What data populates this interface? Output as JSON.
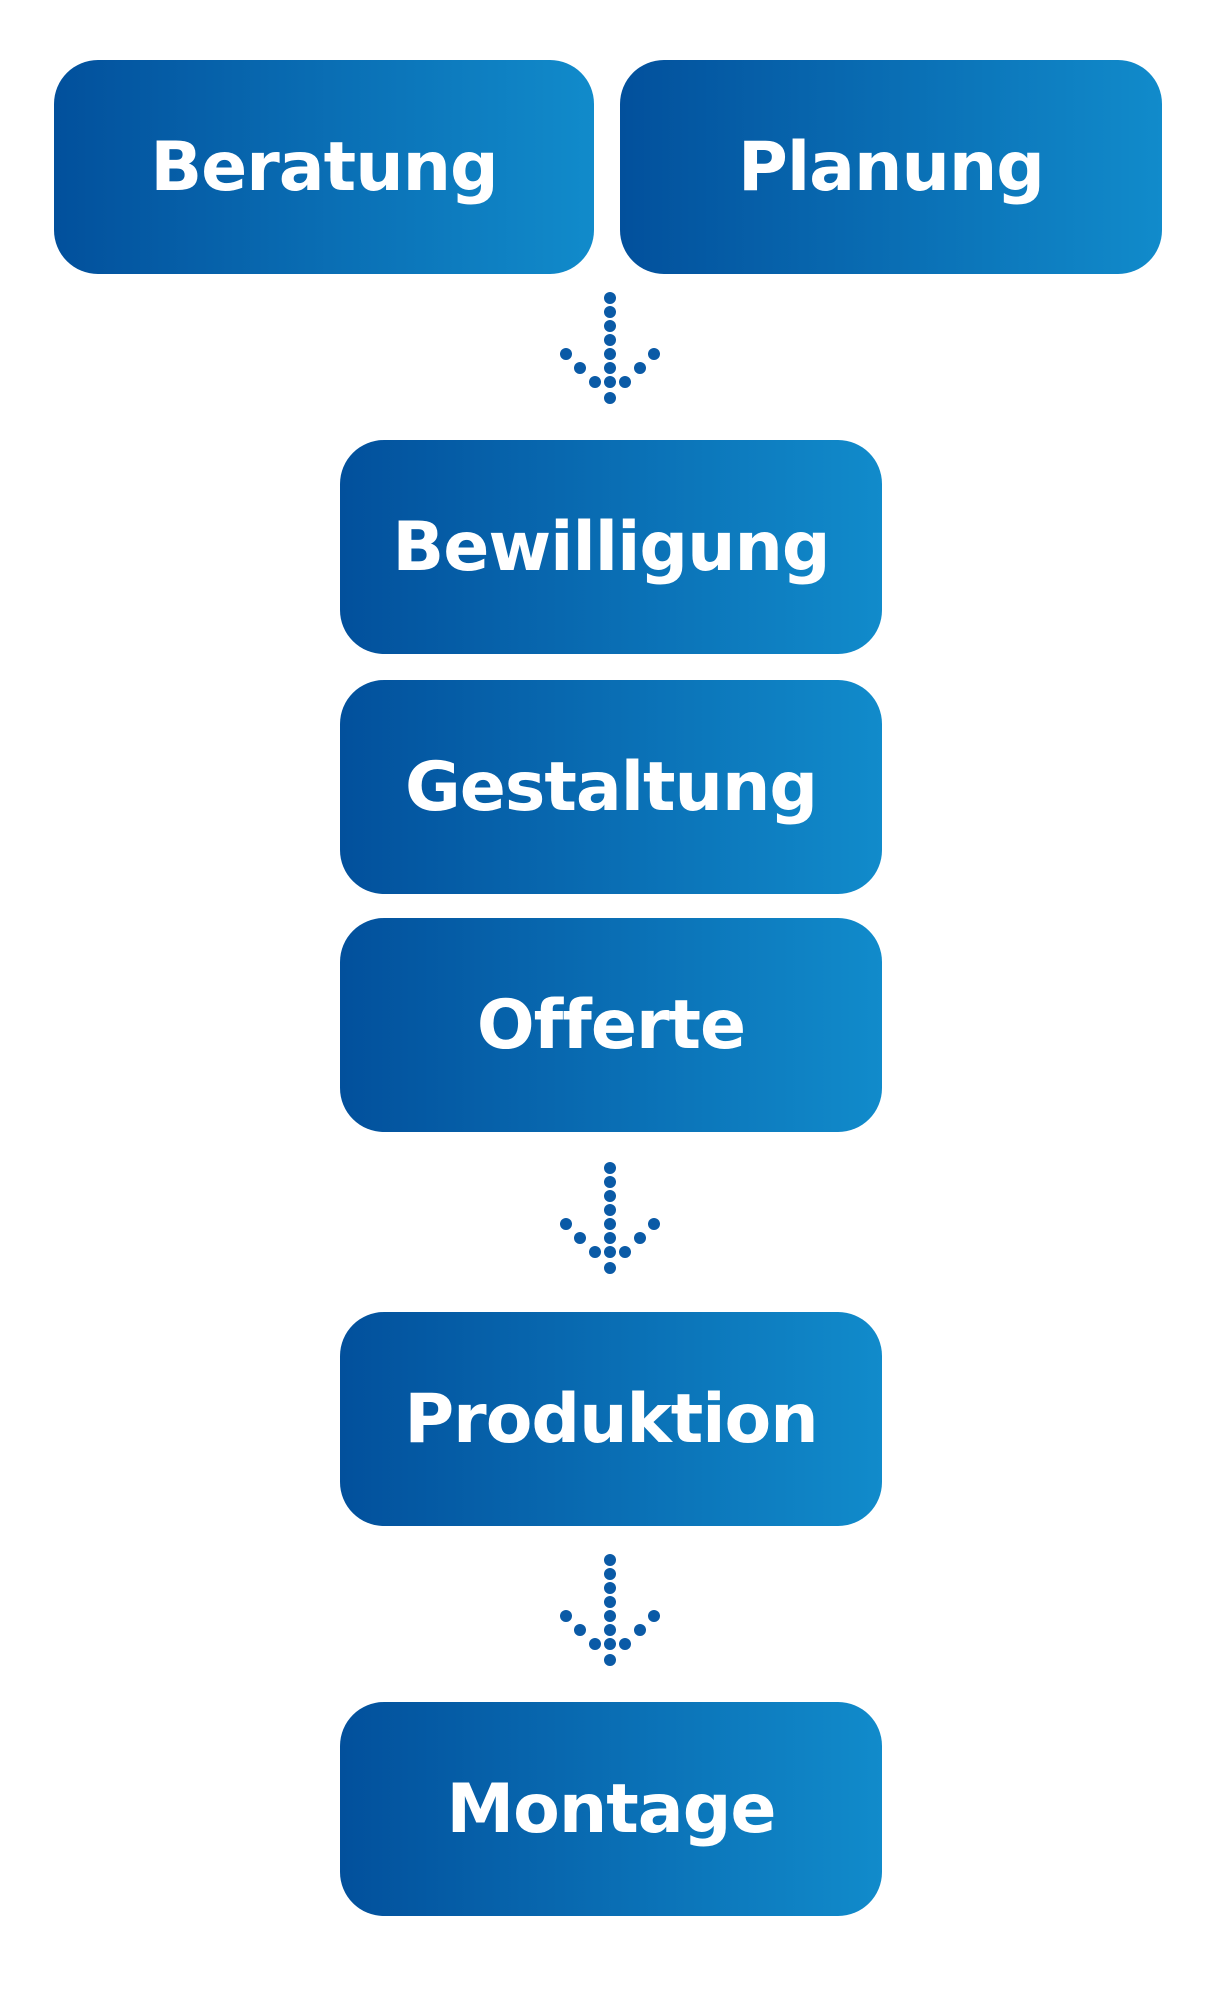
{
  "theme": {
    "gradient_start": "#02509c",
    "gradient_end": "#118bcb",
    "arrow_color": "#0a5aa6",
    "label_color": "#ffffff"
  },
  "steps": [
    {
      "label": "Beratung"
    },
    {
      "label": "Planung"
    },
    {
      "label": "Bewilligung"
    },
    {
      "label": "Gestaltung"
    },
    {
      "label": "Offerte"
    },
    {
      "label": "Produktion"
    },
    {
      "label": "Montage"
    }
  ],
  "arrows": [
    {
      "icon": "dotted-arrow-down-icon"
    },
    {
      "icon": "dotted-arrow-down-icon"
    },
    {
      "icon": "dotted-arrow-down-icon"
    }
  ]
}
